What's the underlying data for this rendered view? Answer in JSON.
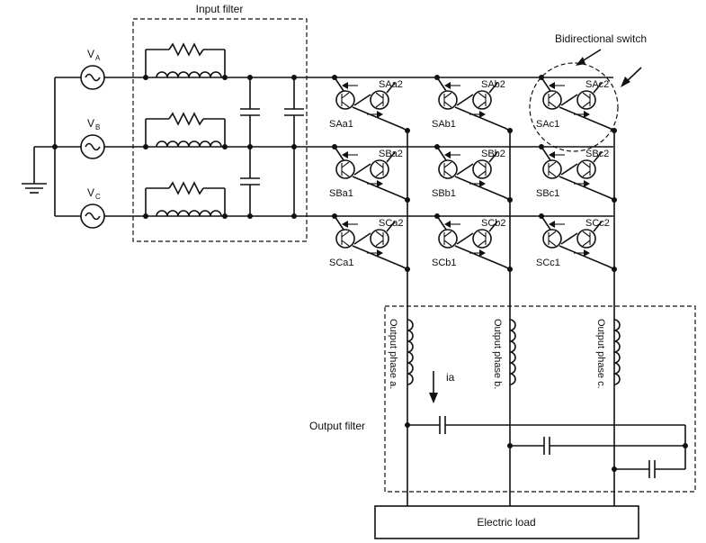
{
  "labels": {
    "input_filter": "Input filter",
    "bidirectional_switch": "Bidirectional switch",
    "output_filter": "Output filter",
    "electric_load": "Electric load",
    "current_ia": "ia"
  },
  "sources": [
    {
      "main": "V",
      "sub": "A"
    },
    {
      "main": "V",
      "sub": "B"
    },
    {
      "main": "V",
      "sub": "C"
    }
  ],
  "output_phases": [
    "Output phase a.",
    "Output phase b.",
    "Output phase c."
  ],
  "switches": [
    [
      "SAa2",
      "SAa1"
    ],
    [
      "SAb2",
      "SAb1"
    ],
    [
      "SAc2",
      "SAc1"
    ],
    [
      "SBa2",
      "SBa1"
    ],
    [
      "SBb2",
      "SBb1"
    ],
    [
      "SBc2",
      "SBc1"
    ],
    [
      "SCa2",
      "SCa1"
    ],
    [
      "SCb2",
      "SCb1"
    ],
    [
      "SCc2",
      "SCc1"
    ]
  ]
}
